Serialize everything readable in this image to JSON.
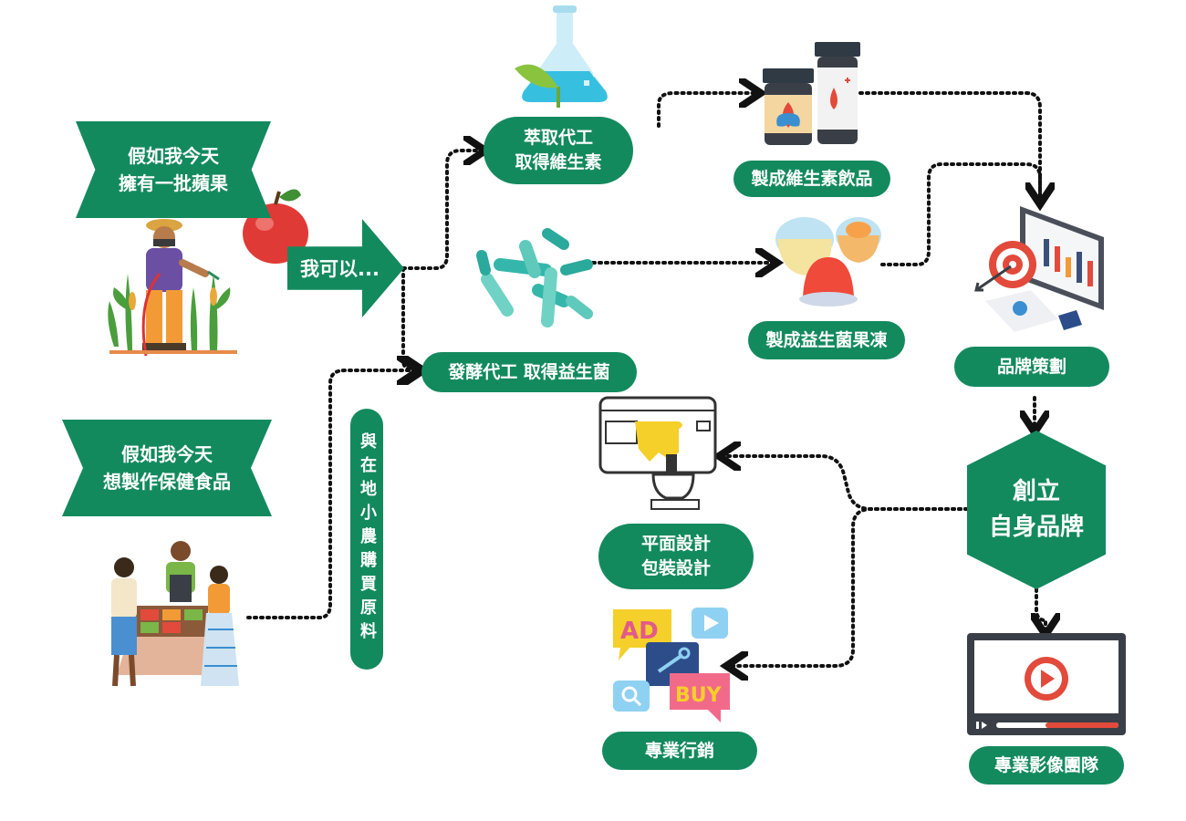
{
  "colors": {
    "primary": "#138a5e",
    "dot": "#111111"
  },
  "start": {
    "apple_banner": "假如我今天\n擁有一批蘋果",
    "health_banner": "假如我今天\n想製作保健食品",
    "can_do_arrow": "我可以..."
  },
  "processes": {
    "extraction": "萃取代工\n取得維生素",
    "fermentation": "發酵代工 取得益生菌",
    "local_purchase": "與在地小農購買原料"
  },
  "products": {
    "vitamin_drink": "製成維生素飲品",
    "probiotic_jelly": "製成益生菌果凍"
  },
  "brand": {
    "planning": "品牌策劃",
    "create": "創立\n自身品牌"
  },
  "services": {
    "graphic_design": "平面設計\n包裝設計",
    "marketing": "專業行銷",
    "video_team": "專業影像團隊"
  },
  "icons": {
    "marketing_ad": "AD",
    "marketing_buy": "BUY"
  }
}
